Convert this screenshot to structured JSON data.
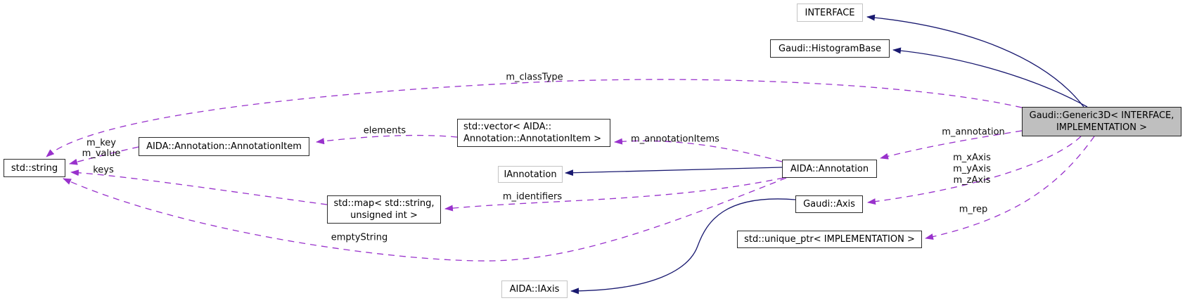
{
  "colors": {
    "inheritance_edge": "#191970",
    "usage_edge": "#9932cc",
    "node_fill": "#ffffff",
    "highlight_node_fill": "#bfbfbf",
    "node_border": "#2b2b2b",
    "external_node_border": "#c4c4c4"
  },
  "nodes": {
    "interface": {
      "label": "INTERFACE"
    },
    "histogram_base": {
      "label": "Gaudi::HistogramBase"
    },
    "generic3d": {
      "line1": "Gaudi::Generic3D< INTERFACE,",
      "line2": "IMPLEMENTATION >"
    },
    "std_string": {
      "label": "std::string"
    },
    "annotation_item": {
      "label": "AIDA::Annotation::AnnotationItem"
    },
    "std_vector": {
      "line1": "std::vector< AIDA::",
      "line2": "Annotation::AnnotationItem >"
    },
    "iannotation": {
      "label": "IAnnotation"
    },
    "aida_annotation": {
      "label": "AIDA::Annotation"
    },
    "std_map": {
      "line1": "std::map< std::string,",
      "line2": "unsigned int >"
    },
    "gaudi_axis": {
      "label": "Gaudi::Axis"
    },
    "unique_ptr": {
      "label": "std::unique_ptr< IMPLEMENTATION >"
    },
    "aida_iaxis": {
      "label": "AIDA::IAxis"
    }
  },
  "edge_labels": {
    "m_classType": "m_classType",
    "elements": "elements",
    "m_annotationItems": "m_annotationItems",
    "m_key": "m_key",
    "m_value": "m_value",
    "keys": "keys",
    "m_identifiers": "m_identifiers",
    "emptyString": "emptyString",
    "m_annotation": "m_annotation",
    "m_xAxis": "m_xAxis",
    "m_yAxis": "m_yAxis",
    "m_zAxis": "m_zAxis",
    "m_rep": "m_rep"
  }
}
